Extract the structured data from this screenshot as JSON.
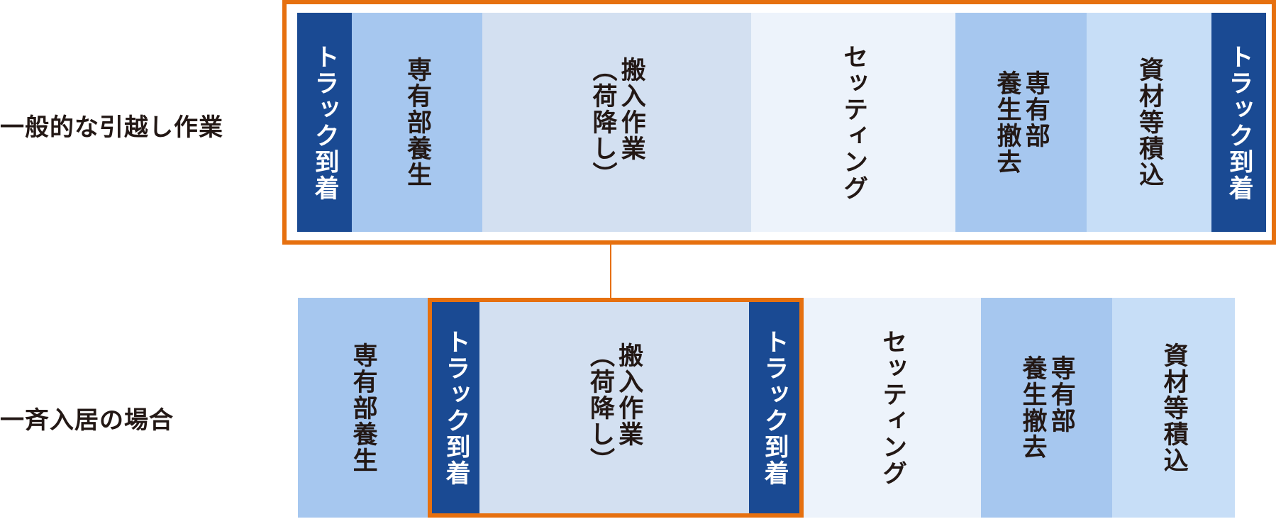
{
  "rows": [
    {
      "label": "一般的な引越し作業",
      "segments": [
        {
          "text": "トラック到着",
          "color": "#1a4a93"
        },
        {
          "text": "専有部養生",
          "color": "#a6c7ef"
        },
        {
          "text": "搬入作業\n（荷降し）",
          "color": "#d3e0f1"
        },
        {
          "text": "セッティング",
          "color": "#edf3fb"
        },
        {
          "text": "専有部\n養生撤去",
          "color": "#a6c7ef"
        },
        {
          "text": "資材等積込",
          "color": "#c7def7"
        },
        {
          "text": "トラック到着",
          "color": "#1a4a93"
        }
      ]
    },
    {
      "label": "一斉入居の場合",
      "segments": [
        {
          "text": "専有部養生",
          "color": "#a6c7ef"
        },
        {
          "text": "トラック到着",
          "color": "#1a4a93"
        },
        {
          "text": "搬入作業\n（荷降し）",
          "color": "#d3e0f1"
        },
        {
          "text": "トラック到着",
          "color": "#1a4a93"
        },
        {
          "text": "セッティング",
          "color": "#edf3fb"
        },
        {
          "text": "専有部\n養生撤去",
          "color": "#a6c7ef"
        },
        {
          "text": "資材等積込",
          "color": "#c7def7"
        }
      ]
    }
  ],
  "highlight_color": "#e6700f"
}
